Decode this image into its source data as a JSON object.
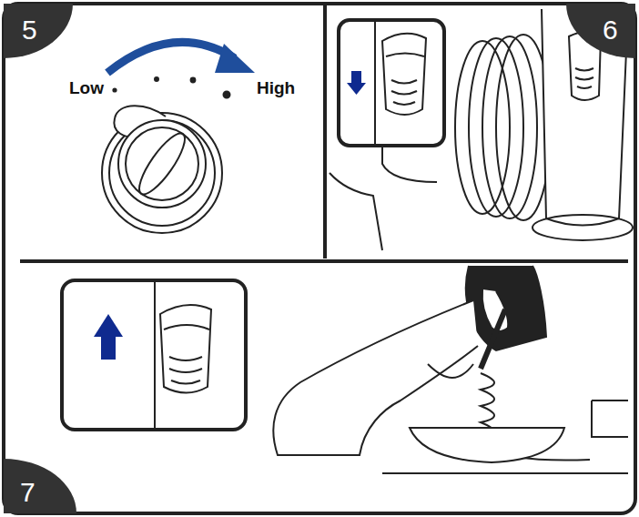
{
  "diagram": {
    "nodes": [
      {
        "text": [
          "5"
        ]
      },
      {
        "text": [
          "6"
        ]
      },
      {
        "text": [
          "7"
        ]
      }
    ],
    "labels": [
      "Low",
      "High"
    ]
  }
}
